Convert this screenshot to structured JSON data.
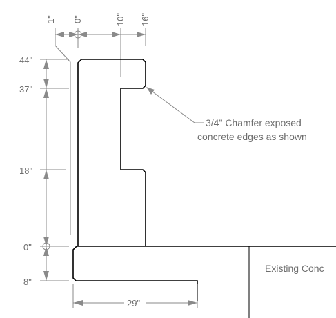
{
  "dimensions": {
    "top": {
      "d1": "1\"",
      "d0": "0\"",
      "d10": "10\"",
      "d16": "16\""
    },
    "left": {
      "d44": "44\"",
      "d37": "37\"",
      "d18": "18\"",
      "d0": "0\"",
      "d8": "8\""
    },
    "bottom": {
      "d29": "29\""
    }
  },
  "notes": {
    "chamfer_line1": "3/4\" Chamfer exposed",
    "chamfer_line2": "concrete edges as shown",
    "existing": "Existing Conc"
  },
  "colors": {
    "dimension": "#8a8a8a",
    "object": "#000000",
    "text": "#6e6e6e"
  }
}
